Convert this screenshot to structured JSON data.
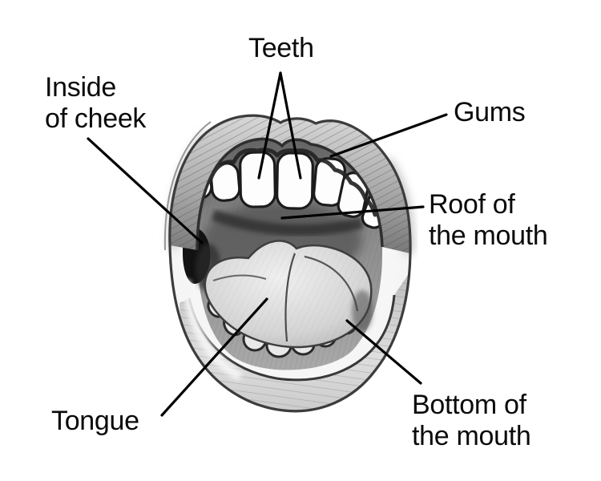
{
  "labels": [
    {
      "id": "teeth",
      "text": "Teeth"
    },
    {
      "id": "inside-of-cheek",
      "text": "Inside\nof cheek"
    },
    {
      "id": "gums",
      "text": "Gums"
    },
    {
      "id": "roof-of-mouth",
      "text": "Roof of\nthe mouth"
    },
    {
      "id": "tongue",
      "text": "Tongue"
    },
    {
      "id": "bottom-of-mouth",
      "text": "Bottom of\nthe mouth"
    }
  ],
  "illustration": {
    "description": "Hand-drawn pencil sketch of a wide-open mouth, front view",
    "parts": [
      "upper lip",
      "gums",
      "upper teeth",
      "roof of the mouth",
      "inside of cheek",
      "tongue",
      "lower teeth",
      "bottom of the mouth",
      "lower lip"
    ]
  },
  "colors": {
    "background": "#ffffff",
    "label_text": "#0a0a0a",
    "leader_line": "#000000",
    "sketch_dark": "#1b1b1b",
    "sketch_mid": "#8a8a8a",
    "sketch_light": "#e9e9e9"
  }
}
